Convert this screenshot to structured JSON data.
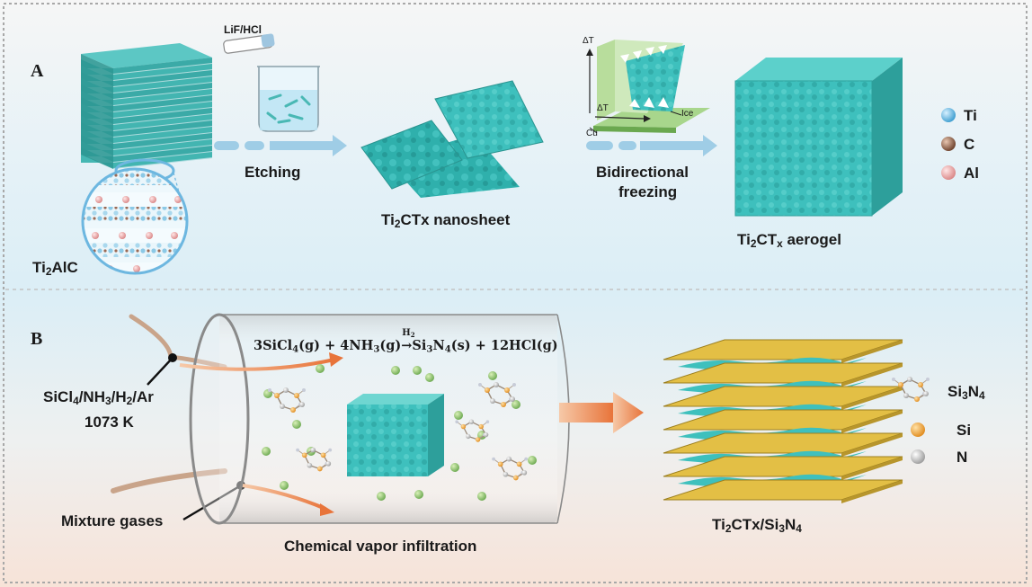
{
  "panels": {
    "a": "A",
    "b": "B"
  },
  "panel_a": {
    "etchant": "LiF/HCl",
    "step1": "Etching",
    "precursor": {
      "base": "Ti",
      "sub": "2",
      "rest": "AlC"
    },
    "nanosheet": {
      "base": "Ti",
      "sub": "2",
      "rest": "CTx nanosheet"
    },
    "step2_line1": "Bidirectional",
    "step2_line2": "freezing",
    "aerogel": {
      "base": "Ti",
      "sub": "2",
      "mid": "CT",
      "sub2": "x",
      "rest": " aerogel"
    },
    "freeze_labels": {
      "delta_t_vertical": "ΔT",
      "delta_t_horizontal": "ΔT",
      "ice": "Ice",
      "cu": "Cu"
    },
    "legend": [
      {
        "label": "Ti",
        "color": "#5bb3d9"
      },
      {
        "label": "C",
        "color": "#7a4f3a"
      },
      {
        "label": "Al",
        "color": "#e8a0a0"
      }
    ]
  },
  "panel_b": {
    "gas_mix": {
      "p1": "SiCl",
      "s1": "4",
      "p2": "/NH",
      "s2": "3",
      "p3": "/H",
      "s3": "2",
      "p4": "/Ar"
    },
    "temperature": "1073 K",
    "mixture": "Mixture gases",
    "process": "Chemical vapor infiltration",
    "equation": {
      "t1": "3SiCl",
      "s1": "4",
      "t2": "(g) + 4NH",
      "s2": "3",
      "t3": "(g)",
      "over": "H",
      "over_sub": "2",
      "arrow": "→",
      "t4": "Si",
      "s4": "3",
      "t5": "N",
      "s5": "4",
      "t6": "(s) + 12HCl(g)"
    },
    "product": {
      "a": "Ti",
      "as": "2",
      "b": "CTx/Si",
      "bs": "3",
      "c": "N",
      "cs": "4"
    },
    "legend": [
      {
        "label": "Si",
        "label_sub": "3",
        "label_rest": "N",
        "label_sub2": "4",
        "kind": "molecule"
      },
      {
        "label": "Si",
        "color": "#f0a030"
      },
      {
        "label": "N",
        "color": "#e8e8e8"
      }
    ]
  }
}
